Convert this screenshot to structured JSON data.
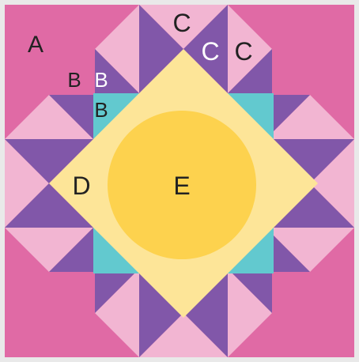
{
  "diagram": {
    "labels": {
      "a": "A",
      "b1": "B",
      "b2": "B",
      "b3": "B",
      "c1": "C",
      "c2": "C",
      "c3": "C",
      "d": "D",
      "e": "E"
    },
    "colors": {
      "background_border": "#e4e4e4",
      "pink_dark": "#e06aa5",
      "pink_light": "#f2b5d2",
      "purple": "#8157a9",
      "teal": "#62c9cf",
      "yellow_light": "#fde598",
      "yellow_circle": "#fdd24e",
      "label_dark": "#222222",
      "label_white": "#ffffff"
    }
  }
}
